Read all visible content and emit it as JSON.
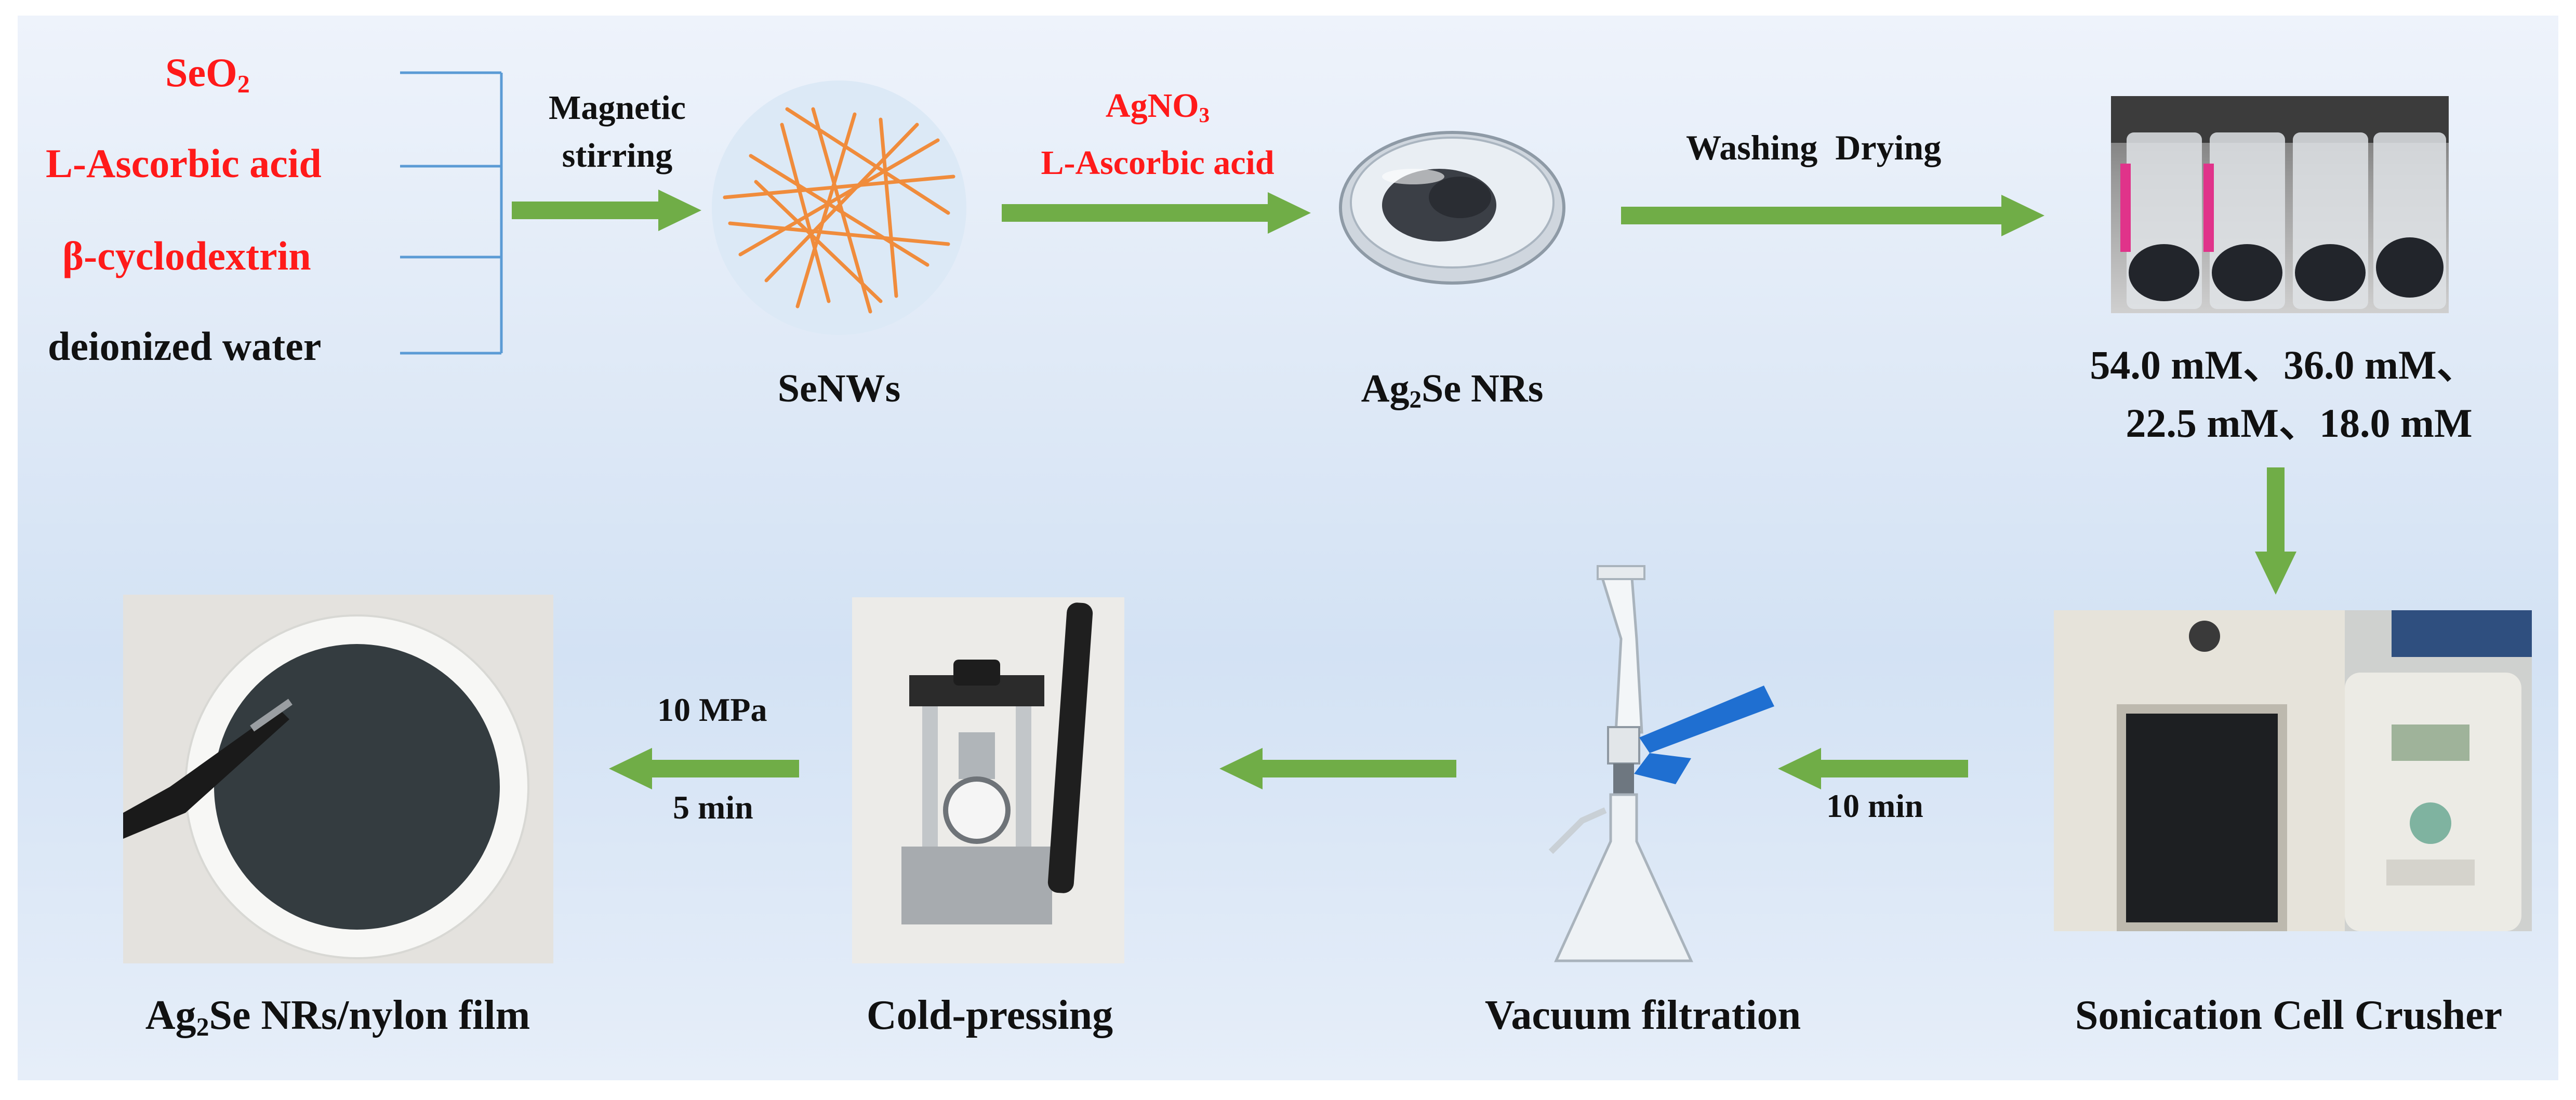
{
  "colors": {
    "arrow": "#70ad47",
    "reagent": "#ff1a1a",
    "text": "#111111",
    "bracket": "#5b9bd5"
  },
  "reagents": {
    "seo2": {
      "base": "SeO",
      "sub": "2"
    },
    "ascorbic": "L-Ascorbic acid",
    "cyclodextrin": "β-cyclodextrin",
    "water": "deionized water"
  },
  "steps": {
    "stir": {
      "line1": "Magnetic",
      "line2": "stirring"
    },
    "agno3": {
      "base": "AgNO",
      "sub": "3",
      "line2": "L-Ascorbic acid"
    },
    "wash": "Washing  Drying",
    "sonic_time": "10 min",
    "press_pressure": "10 MPa",
    "press_time": "5 min"
  },
  "labels": {
    "senws": "SeNWs",
    "ag2se": {
      "a": "Ag",
      "sub": "2",
      "b": "Se NRs"
    },
    "conc1": "54.0 mM、36.0 mM、",
    "conc2": "22.5 mM、18.0 mM",
    "sonication": "Sonication Cell Crusher",
    "vacuum": "Vacuum filtration",
    "cold": "Cold-pressing",
    "film": {
      "a": "Ag",
      "sub": "2",
      "b": "Se NRs/nylon film"
    }
  }
}
